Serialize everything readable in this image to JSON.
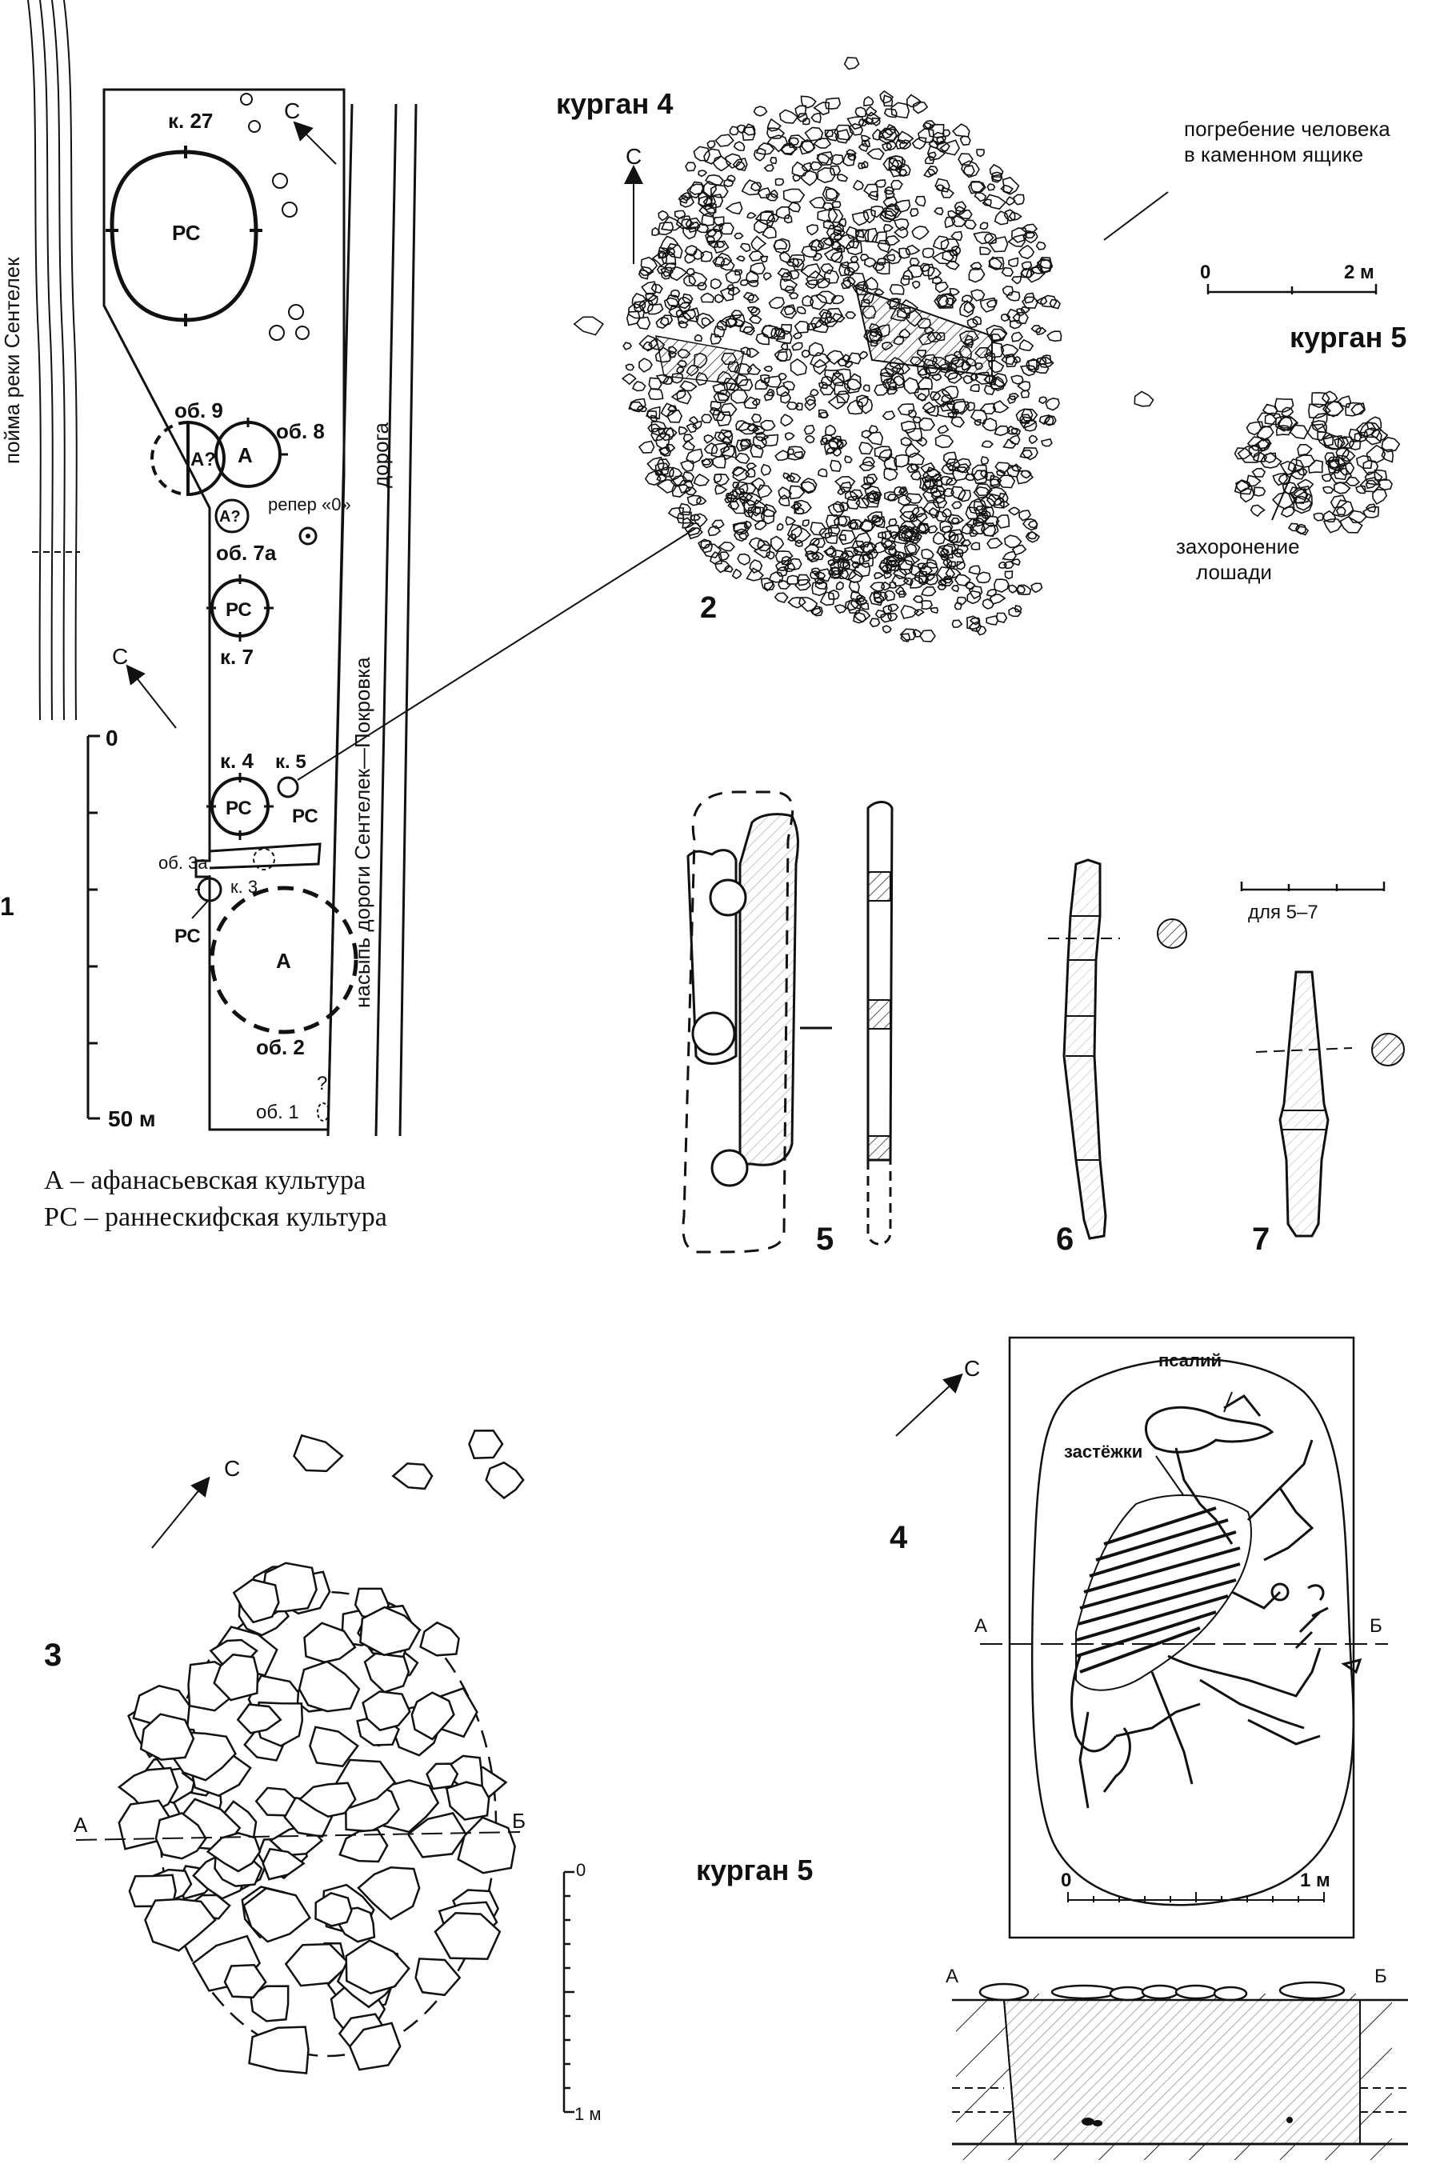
{
  "site_plan": {
    "river": "пойма реки Сентелек",
    "road": "дорога",
    "embankment": "насыпь дороги Сентелек—Покровка",
    "north": "С",
    "features": {
      "k27": "к. 27",
      "ob9": "об. 9",
      "ob8": "об. 8",
      "ob7a": "об. 7а",
      "k7": "к. 7",
      "k4": "к. 4",
      "k5": "к. 5",
      "ob3a": "об. 3а",
      "k3": "к. 3",
      "ob2": "об. 2",
      "ob1": "об. 1"
    },
    "marks": {
      "rs": "РС",
      "a": "А",
      "a_q": "А?",
      "q": "?"
    },
    "benchmark": "репер «0»",
    "scale_top": "0",
    "scale_bottom": "50 м",
    "left_edge": "1",
    "legend": [
      "А – афанасьевская культура",
      "РС – раннескифская культура"
    ]
  },
  "kurgan4": {
    "title": "курган 4",
    "north": "С",
    "burial": [
      "погребение человека",
      "в каменном ящике"
    ],
    "scale_0": "0",
    "scale_2": "2 м",
    "number": "2"
  },
  "kurgan5_small": {
    "title": "курган 5",
    "horse": [
      "захоронение",
      "лошади"
    ]
  },
  "artifacts": {
    "scale_label": "для 5–7",
    "n5": "5",
    "n6": "6",
    "n7": "7"
  },
  "fig3": {
    "number": "3",
    "north": "С",
    "a": "А",
    "b": "Б",
    "scale_0": "0",
    "scale_1": "1 м",
    "title": "курган 5"
  },
  "fig4": {
    "number": "4",
    "north": "С",
    "psaliy": "псалий",
    "zastezhki": "застёжки",
    "a": "А",
    "b": "Б",
    "scale_0": "0",
    "scale_1": "1 м",
    "a2": "А",
    "b2": "Б"
  }
}
